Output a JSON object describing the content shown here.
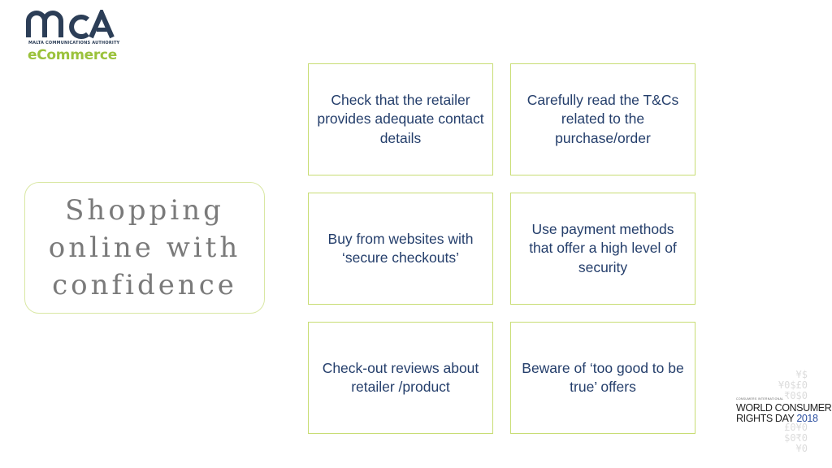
{
  "header": {
    "logo_subtitle": "MALTA COMMUNICATIONS AUTHORITY",
    "logo_product": "eCommerce",
    "brand_color": "#2c3e57",
    "accent_color": "#9bc23c"
  },
  "title_box": {
    "title": "Shopping\nonline with\nconfidence"
  },
  "tips": [
    {
      "text": "Check that the retailer provides adequate contact details"
    },
    {
      "text": "Carefully read the T&Cs related to the purchase/order"
    },
    {
      "text": "Buy from websites with ‘secure checkouts’"
    },
    {
      "text": "Use payment methods that offer a high level of security"
    },
    {
      "text": "Check-out reviews about retailer /product"
    },
    {
      "text": "Beware of ‘too good to be true’ offers"
    }
  ],
  "badge": {
    "org": "CONSUMERS INTERNATIONAL",
    "line1": "WORLD CONSUMER",
    "line2_prefix": "RIGHTS DAY ",
    "year": "2018",
    "text_color": "#222222",
    "year_color": "#2b4fa0"
  },
  "colors": {
    "card_border": "#c8dd74",
    "card_text": "#243e6b",
    "title_text": "#7a7a7a"
  }
}
